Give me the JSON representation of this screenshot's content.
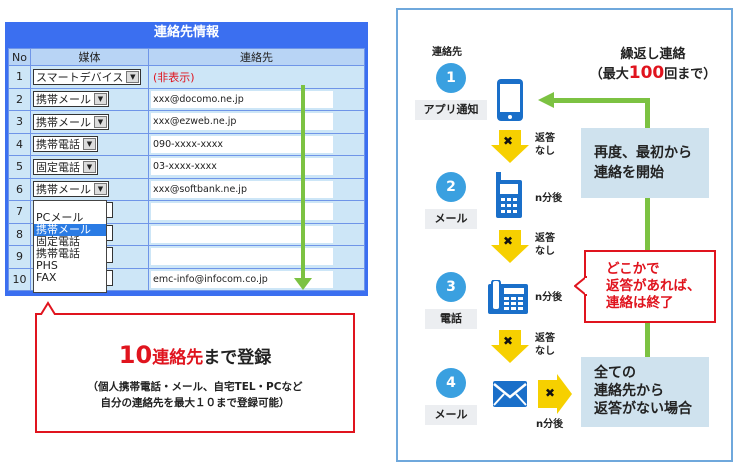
{
  "table": {
    "title": "連絡先情報",
    "headers": [
      "No",
      "媒体",
      "連絡先"
    ],
    "rows": [
      {
        "no": "1",
        "media": "スマートデバイス",
        "contact": "(非表示)"
      },
      {
        "no": "2",
        "media": "携帯メール",
        "contact": "xxx@docomo.ne.jp"
      },
      {
        "no": "3",
        "media": "携帯メール",
        "contact": "xxx@ezweb.ne.jp"
      },
      {
        "no": "4",
        "media": "携帯電話",
        "contact": "090-xxxx-xxxx"
      },
      {
        "no": "5",
        "media": "固定電話",
        "contact": "03-xxxx-xxxx"
      },
      {
        "no": "6",
        "media": "携帯メール",
        "contact": "xxx@softbank.ne.jp"
      },
      {
        "no": "7",
        "media": "",
        "contact": ""
      },
      {
        "no": "8",
        "media": "",
        "contact": ""
      },
      {
        "no": "9",
        "media": "",
        "contact": ""
      },
      {
        "no": "10",
        "media": "",
        "contact": "emc-info@infocom.co.jp"
      }
    ],
    "dropdown_options": [
      "PCメール",
      "携帯メール",
      "固定電話",
      "携帯電話",
      "PHS",
      "FAX"
    ],
    "dropdown_selected": "携帯メール"
  },
  "callout": {
    "num": "10",
    "title_a": "連絡先",
    "title_b": "まで登録",
    "line1": "（個人携帯電話・メール、自宅TEL・PCなど",
    "line2": "自分の連絡先を最大１０まで登録可能）"
  },
  "flow": {
    "contact_label": "連絡先",
    "repeat_title": "繰返し連絡",
    "repeat_sub_a": "（最大",
    "repeat_num": "100",
    "repeat_sub_b": "回まで）",
    "steps": [
      {
        "n": "1",
        "label": "アプリ通知"
      },
      {
        "n": "2",
        "label": "メール"
      },
      {
        "n": "3",
        "label": "電話"
      },
      {
        "n": "4",
        "label": "メール"
      }
    ],
    "no_reply_a": "返答",
    "no_reply_b": "なし",
    "after": "n分後",
    "x": "✖",
    "restart": [
      "再度、最初から",
      "連絡を開始"
    ],
    "stop": [
      "どこかで",
      "返答があれば、",
      "連絡は終了"
    ],
    "all_none": [
      "全ての",
      "連絡先から",
      "返答がない場合"
    ]
  },
  "colors": {
    "accent_red": "#e0141e",
    "green": "#7cc242",
    "blue": "#1a6fc9"
  }
}
